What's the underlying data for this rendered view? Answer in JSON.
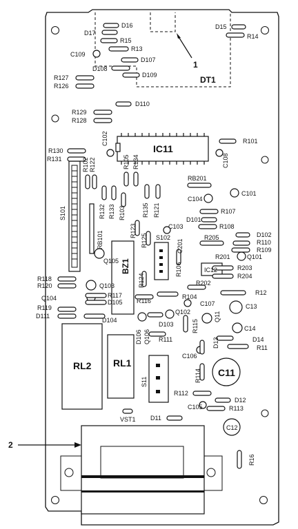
{
  "diagram": {
    "callouts": [
      {
        "id": "c1",
        "text": "1"
      },
      {
        "id": "c2",
        "text": "2"
      }
    ],
    "labels": {
      "D16": "D16",
      "D17": "D17",
      "R15": "R15",
      "R13": "R13",
      "C109": "C109",
      "D107": "D107",
      "D108": "D108",
      "D109": "D109",
      "D15": "D15",
      "R14": "R14",
      "DT1": "DT1",
      "R127": "R127",
      "R126": "R126",
      "D110": "D110",
      "R129": "R129",
      "R128": "R128",
      "C102": "C102",
      "IC11": "IC11",
      "R101": "R101",
      "R130": "R130",
      "R131": "R131",
      "R102": "R102",
      "R122": "R122",
      "R105": "R105",
      "R134": "R134",
      "C108": "C108",
      "RB201": "RB201",
      "C101": "C101",
      "C104": "C104",
      "R107": "R107",
      "S101": "S101",
      "R132": "R132",
      "R133": "R133",
      "R103": "R103",
      "R135": "R135",
      "R121": "R121",
      "D101": "D101",
      "R108": "R108",
      "RB101": "RB101",
      "R123": "R123",
      "R125": "R125",
      "C103": "C103",
      "S102": "S102",
      "D102": "D102",
      "R110": "R110",
      "R109": "R109",
      "R205": "R205",
      "C201": "C201",
      "Q105": "Q105",
      "BZ1": "BZ1",
      "R201": "R201",
      "Q101": "Q101",
      "IC12": "IC12",
      "R106": "R106",
      "R203": "R203",
      "R204": "R204",
      "R118": "R118",
      "R120": "R120",
      "Q103": "Q103",
      "R124": "R124",
      "R202": "R202",
      "R12": "R12",
      "Q104": "Q104",
      "R117": "R117",
      "D105": "D105",
      "R116": "R116",
      "R104": "R104",
      "C107": "C107",
      "C13": "C13",
      "R119": "R119",
      "D111": "D111",
      "D104": "D104",
      "Q102": "Q102",
      "D103": "D103",
      "Q11": "Q11",
      "R115": "R115",
      "D106": "D106",
      "Q106": "Q106",
      "R111": "R111",
      "C14": "C14",
      "D13": "D13",
      "D14": "D14",
      "R11": "R11",
      "RL2": "RL2",
      "RL1": "RL1",
      "C106": "C106",
      "S11": "S11",
      "R114": "R114",
      "C11": "C11",
      "R112": "R112",
      "D12": "D12",
      "C105": "C105",
      "R113": "R113",
      "VST1": "VST1",
      "D11": "D11",
      "C12": "C12",
      "R16": "R16"
    }
  }
}
